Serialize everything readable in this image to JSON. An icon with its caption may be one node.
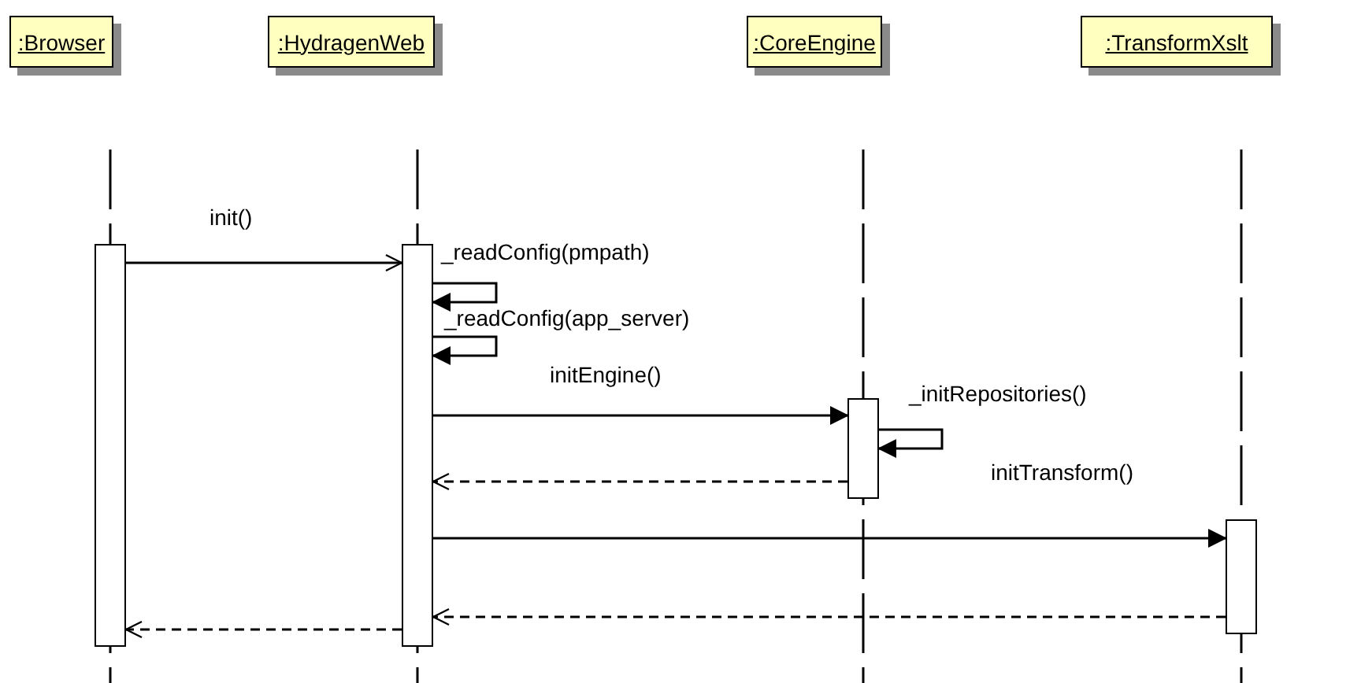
{
  "diagram": {
    "nodes": [
      {
        "text": [
          ":Browser"
        ]
      },
      {
        "text": [
          ":HydragenWeb"
        ]
      },
      {
        "text": [
          ":CoreEngine"
        ]
      },
      {
        "text": [
          ":TransformXslt"
        ]
      },
      {
        "text": [],
        "shape": "bar"
      },
      {
        "text": [],
        "shape": "bar"
      },
      {
        "text": [],
        "shape": "bar"
      },
      {
        "text": [],
        "shape": "bar"
      }
    ],
    "edges": [
      {
        "from": 4,
        "to": 5,
        "arrow": "to",
        "label": "init()"
      },
      {
        "from": 5,
        "to": 5,
        "arrow": "to",
        "label": "_readConfig(pmpath)"
      },
      {
        "from": 5,
        "to": 5,
        "arrow": "to",
        "label": "_readConfig(app_server)"
      },
      {
        "from": 5,
        "to": 6,
        "arrow": "to",
        "label": "initEngine()"
      },
      {
        "from": 6,
        "to": 6,
        "arrow": "to",
        "label": "_initRepositories()"
      },
      {
        "from": 6,
        "to": 5,
        "arrow": "to",
        "style": "dashed"
      },
      {
        "from": 5,
        "to": 7,
        "arrow": "to",
        "label": "initTransform()"
      },
      {
        "from": 7,
        "to": 5,
        "arrow": "to",
        "style": "dashed"
      },
      {
        "from": 5,
        "to": 4,
        "arrow": "to",
        "style": "dashed"
      }
    ]
  }
}
